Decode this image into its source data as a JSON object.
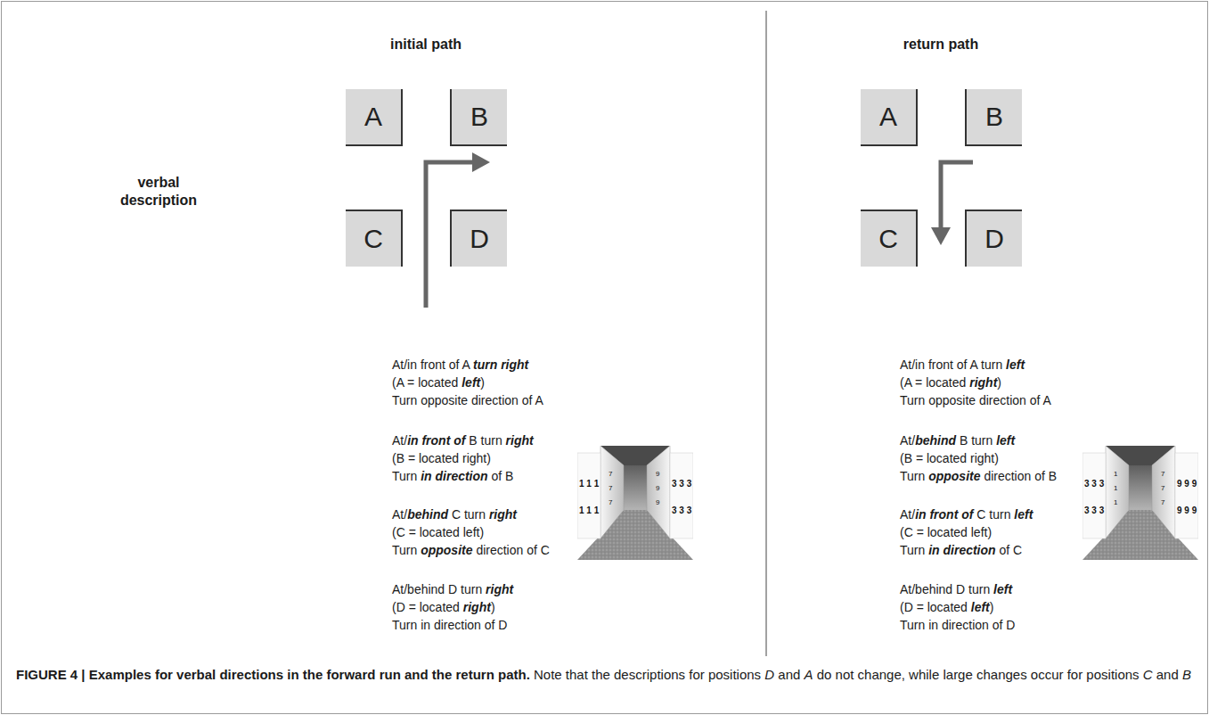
{
  "diagram": {
    "nodes": [
      {
        "text": [
          "A"
        ]
      },
      {
        "text": [
          "B"
        ]
      },
      {
        "text": [
          "C"
        ]
      },
      {
        "text": [
          "D"
        ]
      },
      {
        "text": [
          "A"
        ]
      },
      {
        "text": [
          "B"
        ]
      },
      {
        "text": [
          "C"
        ]
      },
      {
        "text": [
          "D"
        ]
      }
    ],
    "labels": [
      "initial path",
      "return path",
      "verbal description",
      "At/in front of A ",
      "turn right",
      "(A = located ",
      "left",
      ")",
      "Turn opposite direction of A",
      "At/",
      "in front of",
      " B turn ",
      "right",
      "(B = located right)",
      "Turn ",
      "in direction",
      " of B",
      "At/",
      "behind",
      " C turn ",
      "right",
      "(C = located left)",
      "Turn ",
      "opposite",
      " direction of C",
      "At/behind D turn ",
      "right",
      "(D = located ",
      "right",
      ")",
      "Turn in direction of D",
      "1 1 1",
      "1 1 1",
      "7",
      "7",
      "7",
      "9",
      "9",
      "9",
      "3 3 3",
      "3 3 3",
      "At/in front of A turn ",
      "left",
      "(A = located ",
      "right",
      ")",
      "Turn opposite direction of A",
      "At/",
      "behind",
      " B turn ",
      "left",
      "(B = located right)",
      "Turn ",
      "opposite",
      " direction of B",
      "At/",
      "in front of",
      " C turn ",
      "left",
      "(C = located left)",
      "Turn ",
      "in direction",
      " of C",
      "At/behind D turn ",
      "left",
      "(D = located ",
      "left",
      ")",
      "Turn in direction of D",
      "3 3 3",
      "3 3 3",
      "1",
      "1",
      "1",
      "7",
      "7",
      "7",
      "9 9 9",
      "9 9 9",
      "FIGURE 4 | Examples for verbal directions in the forward run and the return path.",
      " Note that the descriptions for positions ",
      "D",
      " and ",
      "A",
      " do not change, while large changes occur for positions ",
      "C",
      " and ",
      "B",
      "."
    ]
  }
}
